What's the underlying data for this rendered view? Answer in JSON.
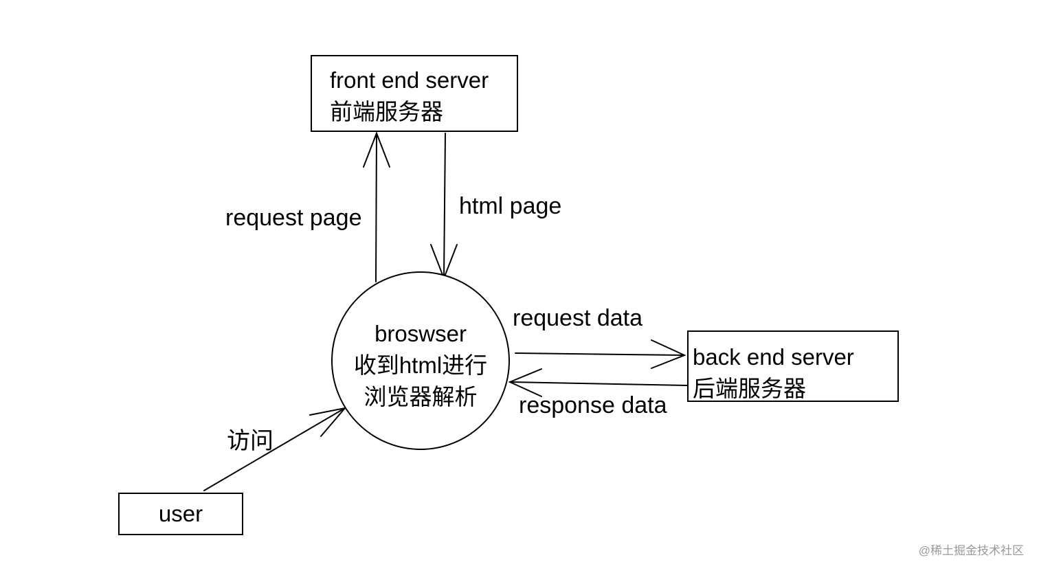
{
  "front_end_server": {
    "line1": "front end server",
    "line2": "前端服务器"
  },
  "back_end_server": {
    "line1": "back end server",
    "line2": "后端服务器"
  },
  "browser": {
    "line1": "broswser",
    "line2": "收到html进行",
    "line3": "浏览器解析"
  },
  "user": {
    "label": "user"
  },
  "edges": {
    "request_page": "request page",
    "html_page": "html page",
    "request_data": "request data",
    "response_data": "response data",
    "visit": "访问"
  },
  "watermark": "@稀土掘金技术社区"
}
